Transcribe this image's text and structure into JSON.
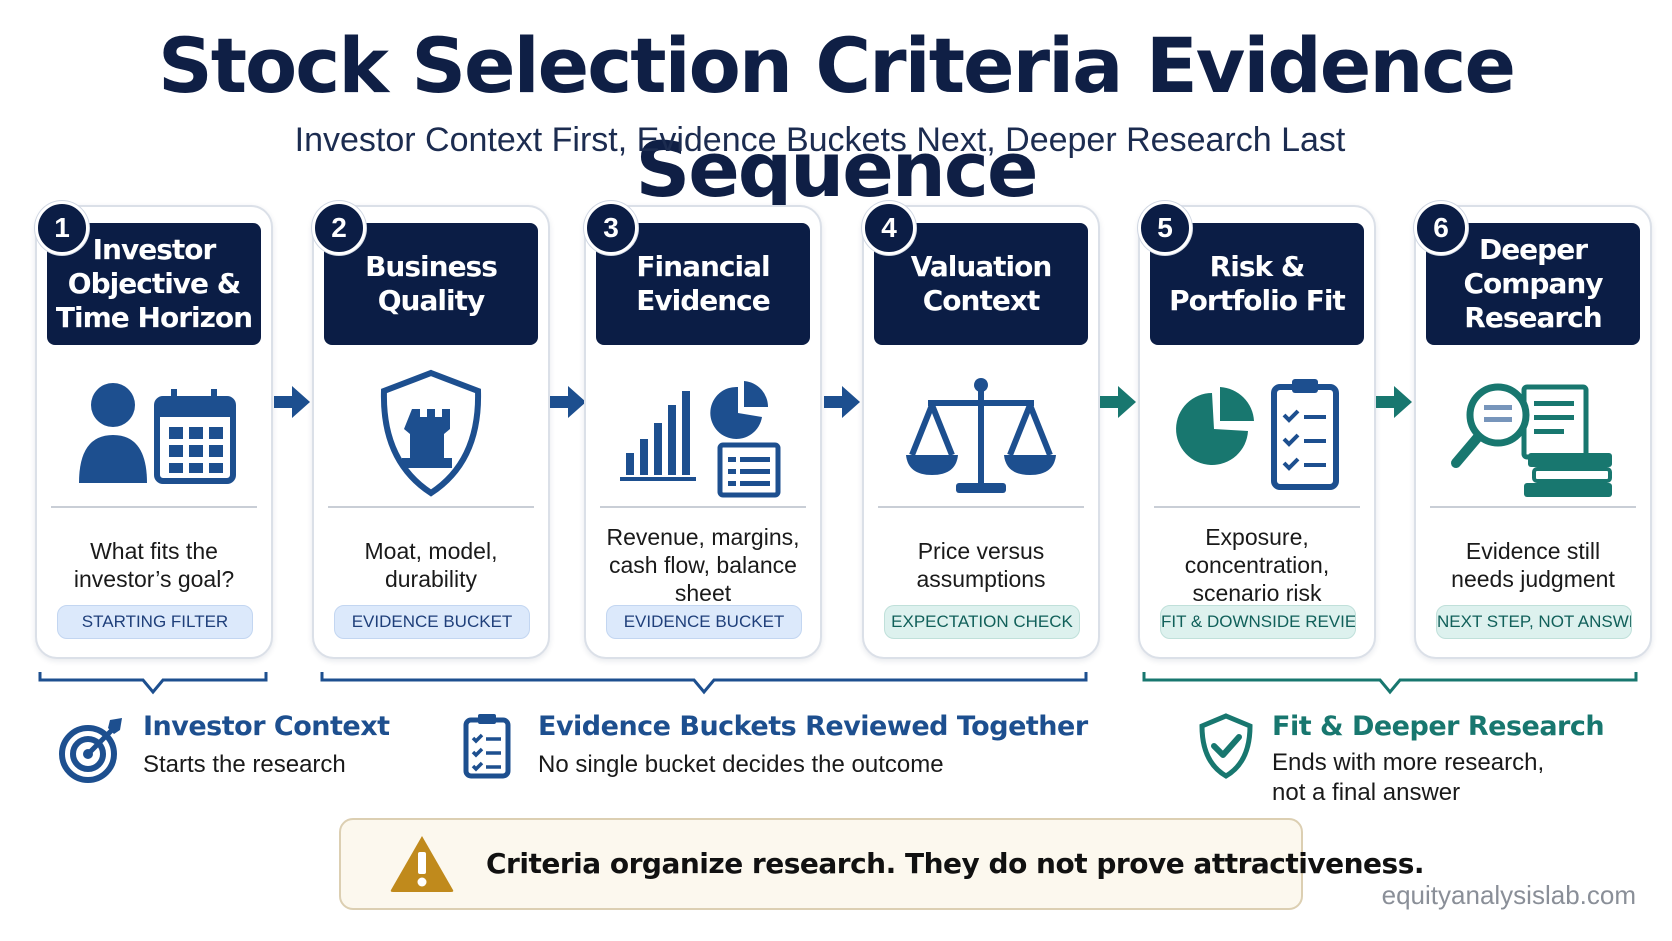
{
  "title": "Stock Selection Criteria Evidence Sequence",
  "subtitle": "Investor Context First, Evidence Buckets Next, Deeper Research Last",
  "steps": [
    {
      "number": "1",
      "title": "Investor\nObjective &\nTime Horizon",
      "description": "What fits the\ninvestor’s goal?",
      "tag": "STARTING FILTER",
      "icon": "person-calendar-icon"
    },
    {
      "number": "2",
      "title": "Business\nQuality",
      "description": "Moat, model,\ndurability",
      "tag": "EVIDENCE BUCKET",
      "icon": "shield-castle-icon"
    },
    {
      "number": "3",
      "title": "Financial\nEvidence",
      "description": "Revenue, margins,\ncash flow, balance\nsheet",
      "tag": "EVIDENCE BUCKET",
      "icon": "bar-chart-pie-report-icon"
    },
    {
      "number": "4",
      "title": "Valuation\nContext",
      "description": "Price versus\nassumptions",
      "tag": "EXPECTATION CHECK",
      "icon": "balance-scale-icon"
    },
    {
      "number": "5",
      "title": "Risk &\nPortfolio Fit",
      "description": "Exposure,\nconcentration,\nscenario risk",
      "tag": "FIT & DOWNSIDE REVIEW",
      "icon": "pie-checklist-icon"
    },
    {
      "number": "6",
      "title": "Deeper\nCompany\nResearch",
      "description": "Evidence still\nneeds judgment",
      "tag": "NEXT STEP, NOT ANSWER",
      "icon": "magnifier-books-icon"
    }
  ],
  "sections": [
    {
      "title": "Investor Context",
      "description": "Starts the research",
      "icon": "target-icon"
    },
    {
      "title": "Evidence Buckets Reviewed Together",
      "description": "No single bucket decides the outcome",
      "icon": "clipboard-checklist-icon"
    },
    {
      "title": "Fit & Deeper Research",
      "description": "Ends with more research,\nnot a final answer",
      "icon": "shield-check-icon"
    }
  ],
  "warning": {
    "text": "Criteria organize research. They do not prove attractiveness.",
    "icon": "warning-triangle-icon"
  },
  "footer": "equityanalysislab.com",
  "colors": {
    "navy": "#0b1d45",
    "blue": "#1d4f8f",
    "teal": "#18776f",
    "tag_blue": "#dce9fb",
    "tag_teal": "#ddf1ee",
    "warning": "#c08a1c"
  }
}
